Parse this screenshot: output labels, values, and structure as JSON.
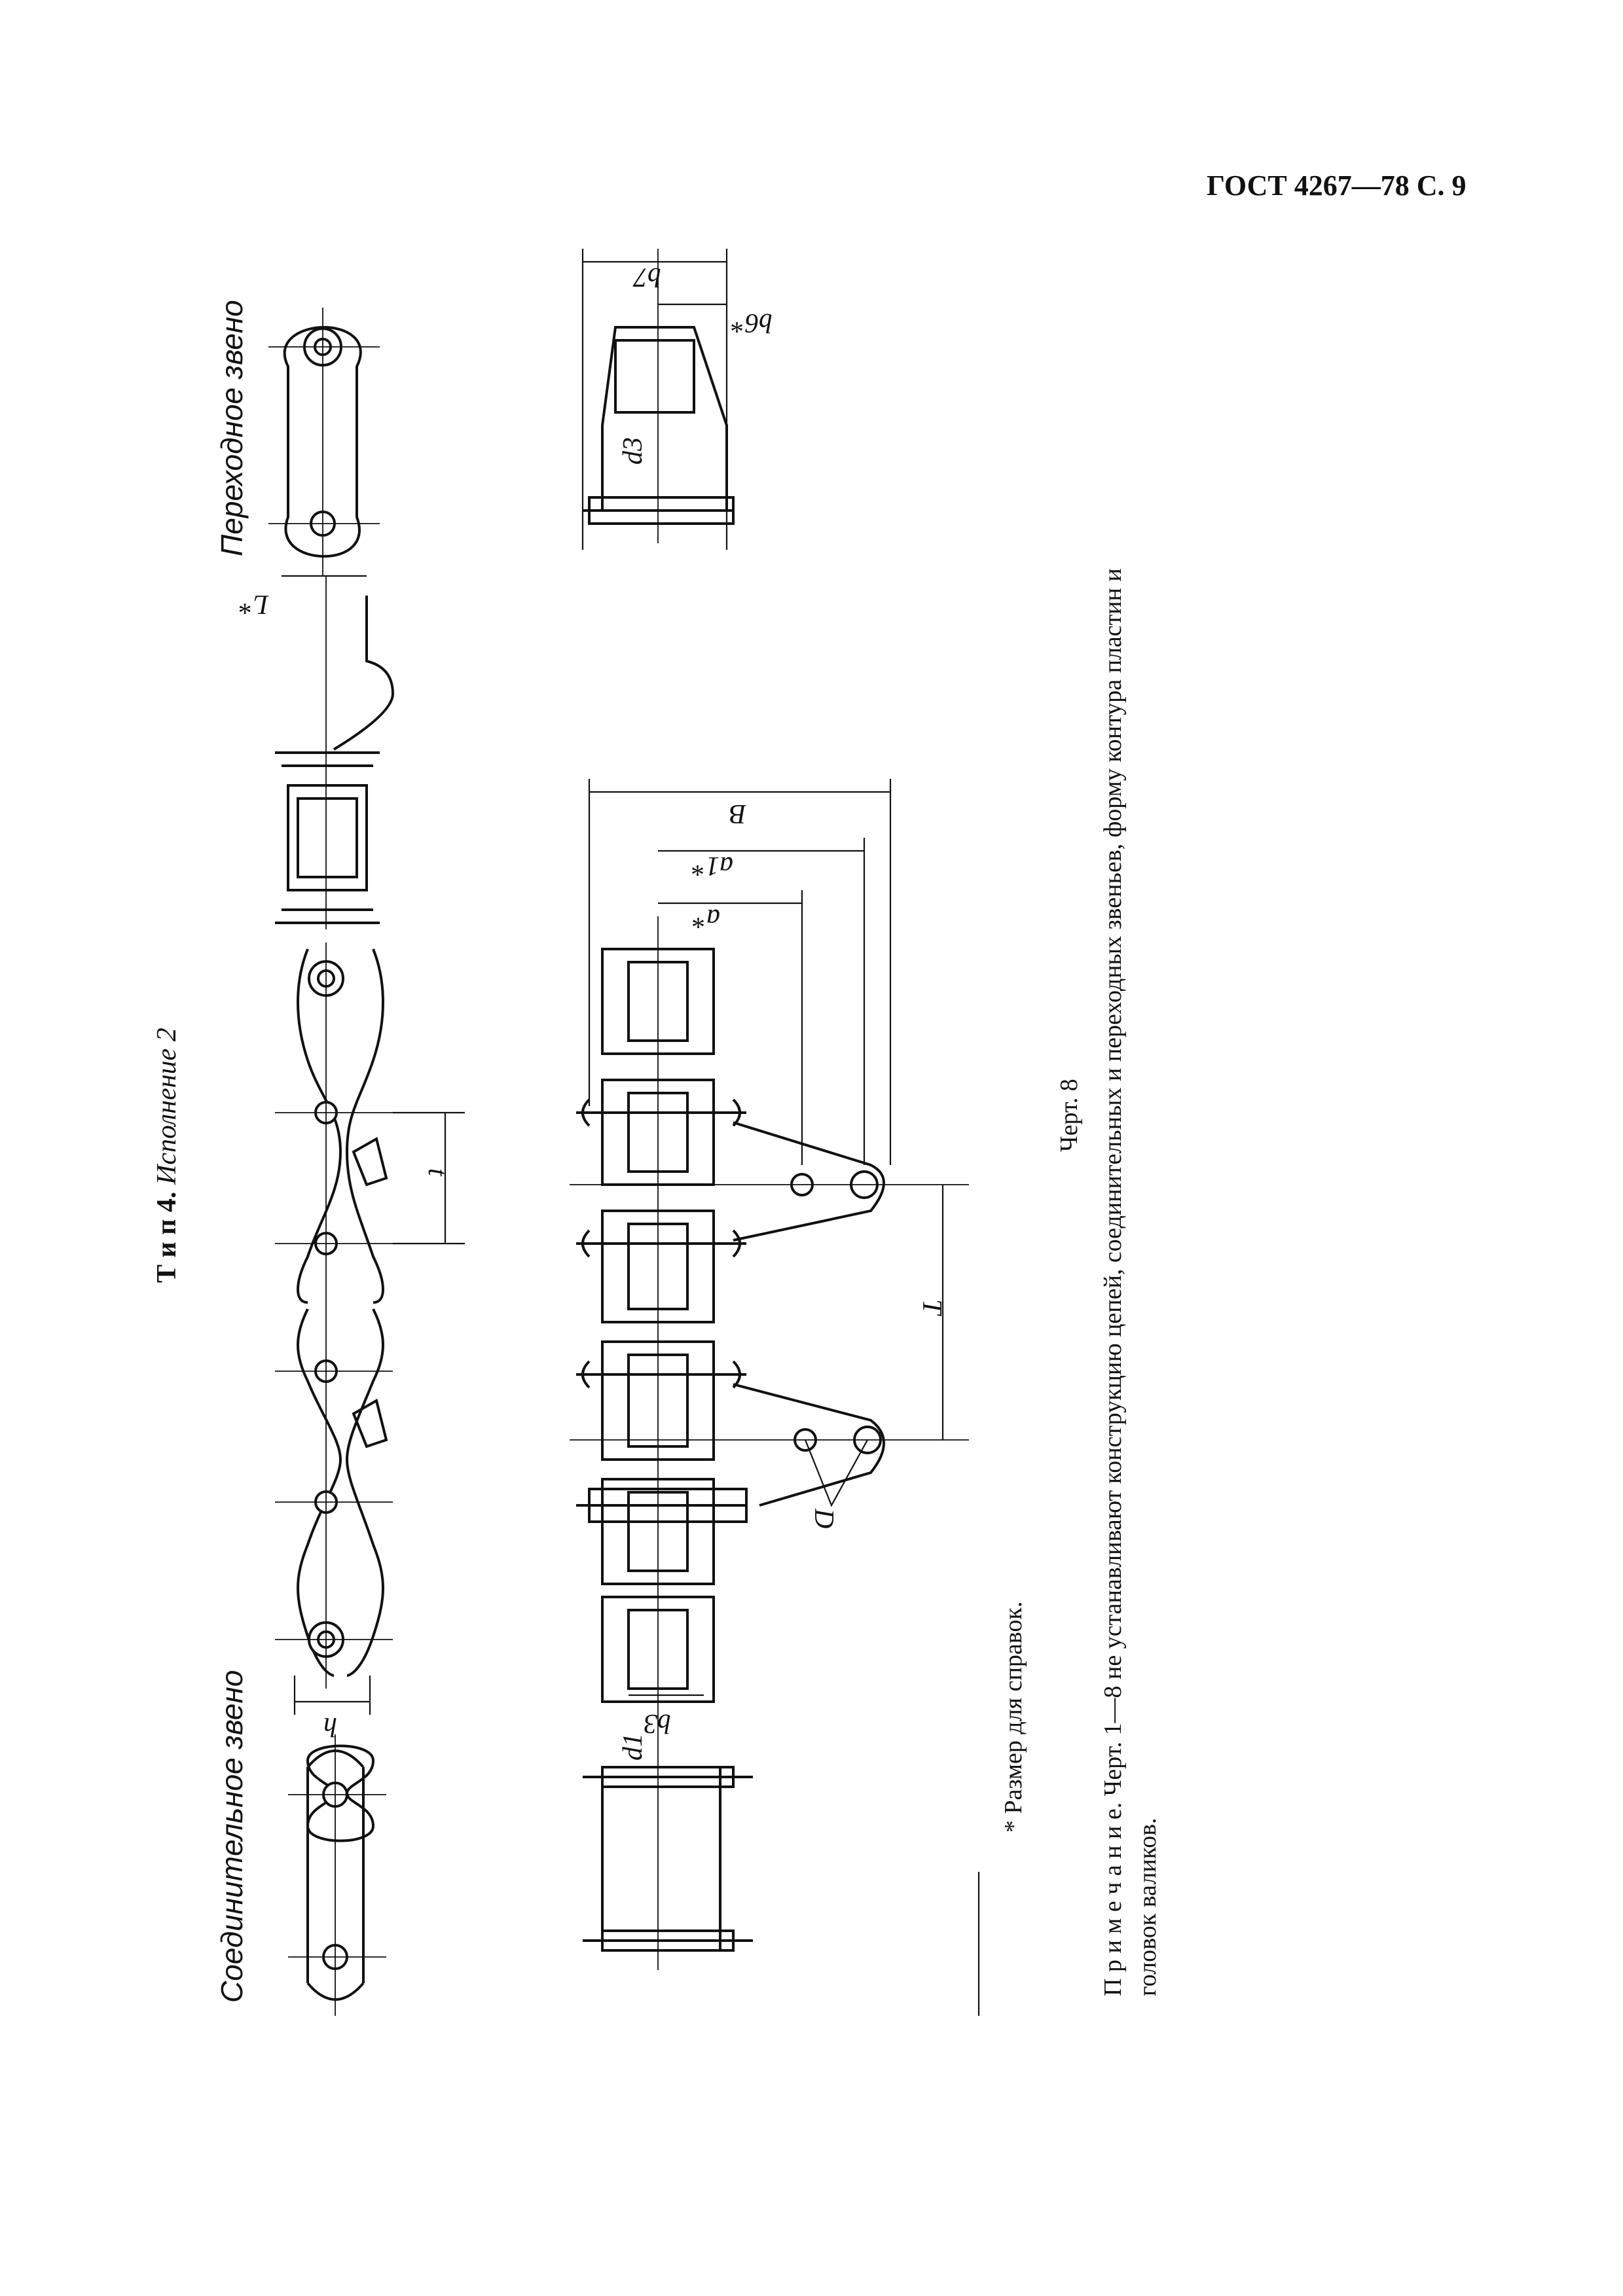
{
  "header": {
    "doc_id": "ГОСТ 4267—78 С. 9"
  },
  "figure": {
    "type_label": "Т и п 4.",
    "version_label": "Исполнение 2",
    "caption": "Черт. 8",
    "views": {
      "connecting_link": "Соединительное звено",
      "transition_link": "Переходное звено"
    },
    "dims": {
      "h": "h",
      "t": "t",
      "L": "L*",
      "b3": "b3",
      "d1": "d1",
      "D": "D",
      "T": "T",
      "a": "a*",
      "a1": "a1*",
      "B": "B",
      "b7": "b7",
      "b6": "b6*",
      "d3": "d3"
    }
  },
  "footnote": "* Размер для справок.",
  "note": {
    "line1": "П р и м е ч а н и е. Черт. 1—8 не устанавливают конструкцию цепей, соединительных и переходных звеньев, форму контура пластин и",
    "line2": "головок валиков."
  }
}
